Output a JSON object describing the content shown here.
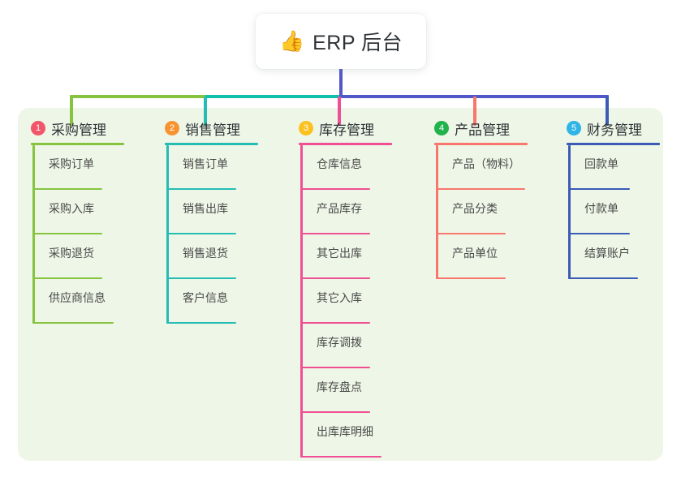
{
  "root": {
    "emoji": "👍",
    "emoji_name": "thumbs-up-icon",
    "title": "ERP 后台"
  },
  "colors": {
    "panel_bg": "#eef7e7",
    "card_bg": "#ffffff",
    "root_connector": "#5258c8",
    "bus_green": "#86c440",
    "bus_teal": "#0fc0ac",
    "bus_blue": "#5258c8",
    "text_dark": "#2f3338",
    "text_leaf": "#4a4a4a"
  },
  "columns": [
    {
      "number": "1",
      "label": "采购管理",
      "badge_color": "#f2566a",
      "line_color": "#86c440",
      "rule_width": 115,
      "items": [
        {
          "label": "采购订单",
          "rule_width": 86
        },
        {
          "label": "采购入库",
          "rule_width": 86
        },
        {
          "label": "采购退货",
          "rule_width": 86
        },
        {
          "label": "供应商信息",
          "rule_width": 100
        }
      ]
    },
    {
      "number": "2",
      "label": "销售管理",
      "badge_color": "#f79432",
      "line_color": "#25bcb4",
      "rule_width": 115,
      "items": [
        {
          "label": "销售订单",
          "rule_width": 86
        },
        {
          "label": "销售出库",
          "rule_width": 86
        },
        {
          "label": "销售退货",
          "rule_width": 86
        },
        {
          "label": "客户信息",
          "rule_width": 86
        }
      ]
    },
    {
      "number": "3",
      "label": "库存管理",
      "badge_color": "#fac121",
      "line_color": "#ef4f94",
      "rule_width": 115,
      "items": [
        {
          "label": "仓库信息",
          "rule_width": 86
        },
        {
          "label": "产品库存",
          "rule_width": 86
        },
        {
          "label": "其它出库",
          "rule_width": 86
        },
        {
          "label": "其它入库",
          "rule_width": 86
        },
        {
          "label": "库存调拨",
          "rule_width": 86
        },
        {
          "label": "库存盘点",
          "rule_width": 86
        },
        {
          "label": "出库库明细",
          "rule_width": 100
        }
      ]
    },
    {
      "number": "4",
      "label": "产品管理",
      "badge_color": "#22b24c",
      "line_color": "#f8766c",
      "rule_width": 115,
      "items": [
        {
          "label": "产品（物料）",
          "rule_width": 110
        },
        {
          "label": "产品分类",
          "rule_width": 86
        },
        {
          "label": "产品单位",
          "rule_width": 86
        }
      ]
    },
    {
      "number": "5",
      "label": "财务管理",
      "badge_color": "#30b4e8",
      "line_color": "#3b5bb5",
      "rule_width": 115,
      "items": [
        {
          "label": "回款单",
          "rule_width": 76
        },
        {
          "label": "付款单",
          "rule_width": 76
        },
        {
          "label": "结算账户",
          "rule_width": 86
        }
      ]
    }
  ]
}
